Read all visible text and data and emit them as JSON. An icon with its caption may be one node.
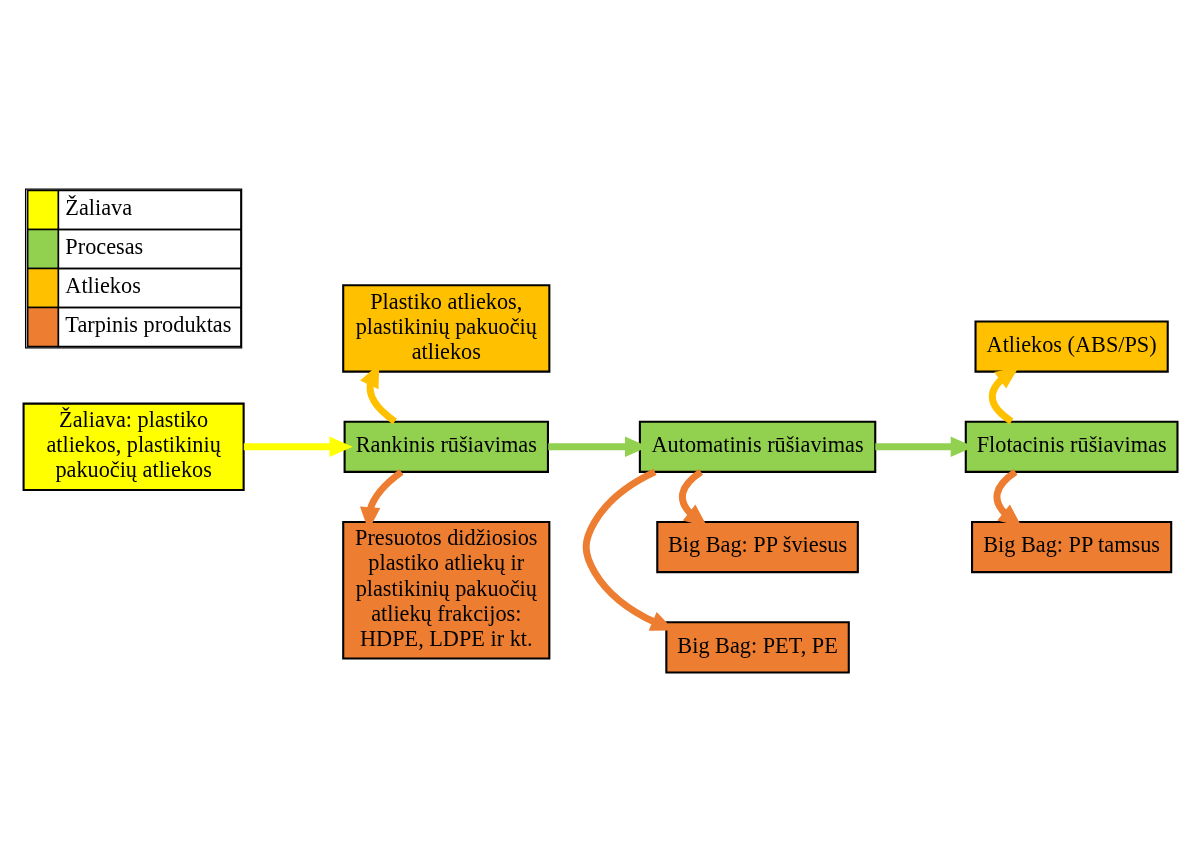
{
  "diagram": {
    "nodes": [
      {
        "text": [
          "Žaliava: plastiko atliekos, plastikinių pakuočių atliekos"
        ]
      },
      {
        "text": [
          "Plastiko atliekos, plastikinių pakuočių atliekos"
        ]
      },
      {
        "text": [
          "Rankinis rūšiavimas"
        ]
      },
      {
        "text": [
          "Automatinis rūšiavimas"
        ]
      },
      {
        "text": [
          "Flotacinis rūšiavimas"
        ]
      },
      {
        "text": [
          "Atliekos (ABS/PS)"
        ]
      },
      {
        "text": [
          "Presuotos didžiosios plastiko atliekų ir plastikinių pakuočių atliekų frakcijos: HDPE, LDPE ir kt."
        ]
      },
      {
        "text": [
          "Big Bag: PP šviesus"
        ]
      },
      {
        "text": [
          "Big Bag: PET, PE"
        ]
      },
      {
        "text": [
          "Big Bag: PP tamsus"
        ]
      }
    ],
    "edges": [
      {
        "from": 0,
        "to": 2,
        "arrow": "to",
        "color": "#ffff00"
      },
      {
        "from": 2,
        "to": 1,
        "arrow": "to",
        "color": "#ffc000"
      },
      {
        "from": 2,
        "to": 6,
        "arrow": "to",
        "color": "#ed7d31"
      },
      {
        "from": 2,
        "to": 3,
        "arrow": "to",
        "color": "#92d050"
      },
      {
        "from": 3,
        "to": 7,
        "arrow": "to",
        "color": "#ed7d31"
      },
      {
        "from": 3,
        "to": 8,
        "arrow": "to",
        "color": "#ed7d31"
      },
      {
        "from": 3,
        "to": 4,
        "arrow": "to",
        "color": "#92d050"
      },
      {
        "from": 4,
        "to": 5,
        "arrow": "to",
        "color": "#ffc000"
      },
      {
        "from": 4,
        "to": 9,
        "arrow": "to",
        "color": "#ed7d31"
      }
    ],
    "legend": [
      {
        "text": "Žaliava",
        "color": "#ffff00"
      },
      {
        "text": "Procesas",
        "color": "#92d050"
      },
      {
        "text": "Atliekos",
        "color": "#ffc000"
      },
      {
        "text": "Tarpinis produktas",
        "color": "#ed7d31"
      }
    ]
  }
}
